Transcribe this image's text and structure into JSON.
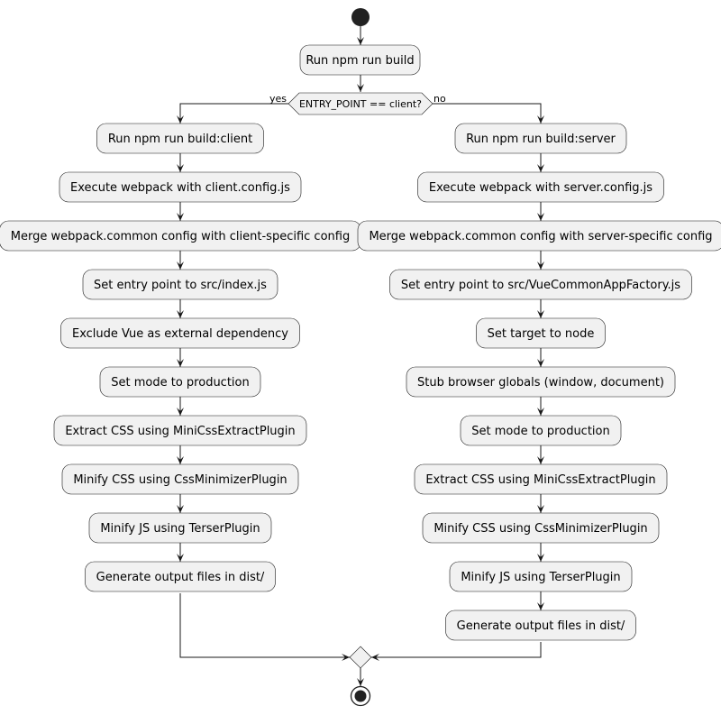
{
  "diagram": {
    "decision_label": "ENTRY_POINT == client?",
    "yes_label": "yes",
    "no_label": "no",
    "left_steps": [
      "Run npm run build:client",
      "Execute webpack with client.config.js",
      "Merge webpack.common config with client-specific config",
      "Set entry point to src/index.js",
      "Exclude Vue as external dependency",
      "Set mode to production",
      "Extract CSS using MiniCssExtractPlugin",
      "Minify CSS using CssMinimizerPlugin",
      "Minify JS using TerserPlugin",
      "Generate output files in dist/"
    ],
    "right_steps": [
      "Run npm run build:server",
      "Execute webpack with server.config.js",
      "Merge webpack.common config with server-specific config",
      "Set entry point to src/VueCommonAppFactory.js",
      "Set target to node",
      "Stub browser globals (window, document)",
      "Set mode to production",
      "Extract CSS using MiniCssExtractPlugin",
      "Minify CSS using CssMinimizerPlugin",
      "Minify JS using TerserPlugin",
      "Generate output files in dist/"
    ],
    "first_step": "Run npm run build"
  },
  "colors": {
    "node_fill": "#f1f1f1",
    "stroke": "#181818"
  }
}
